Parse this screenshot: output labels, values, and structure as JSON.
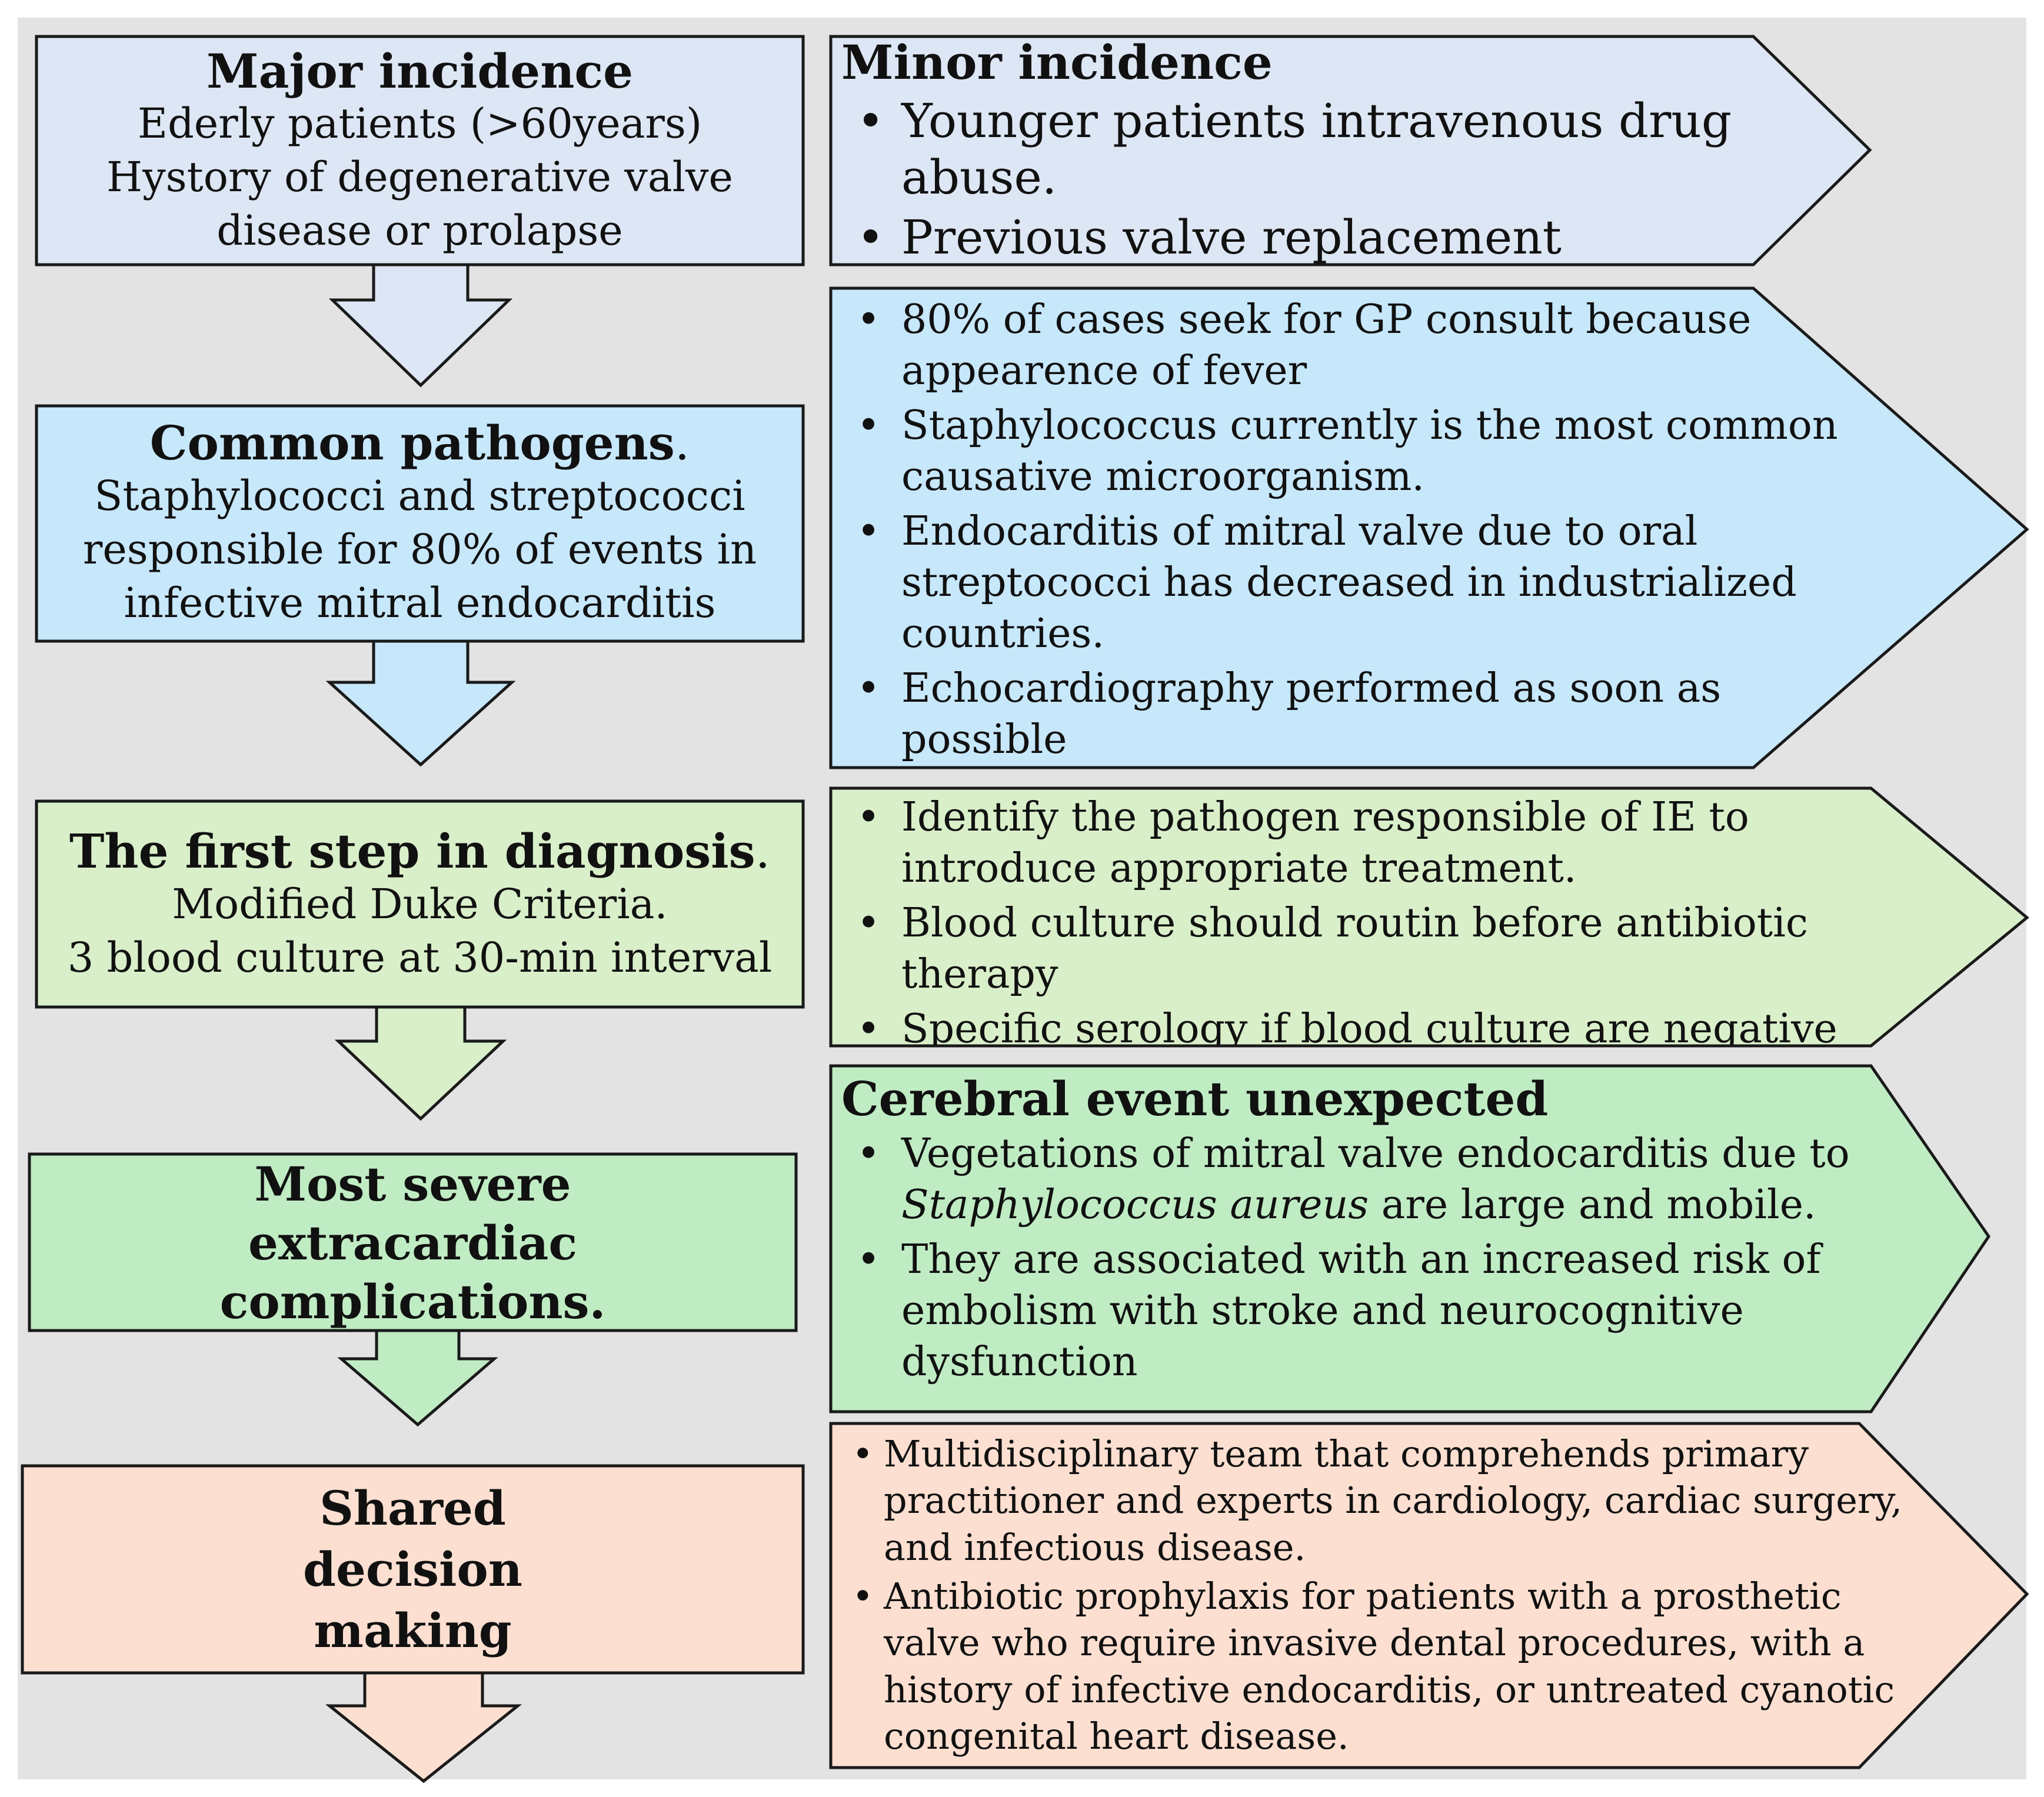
{
  "colors": {
    "background": "#e3e3e3",
    "stroke": "#1a1a1a",
    "lavender": "#dce6f4",
    "sky": "#c7e7fb",
    "pale_green": "#d9efc9",
    "mint": "#c0ecc4",
    "peach": "#fcdfd0"
  },
  "steps": [
    {
      "title": "Major incidence",
      "body": "Ederly patients (>60years)  Hystory of degenerative valve disease or prolapse"
    },
    {
      "title": "Common pathogens",
      "title_suffix": ".",
      "body": "Staphylococci and streptococci responsible for 80% of events in infective mitral endocarditis"
    },
    {
      "title": "The first step in diagnosis",
      "title_suffix": ".",
      "body_lines": [
        "Modified Duke Criteria.",
        "3 blood culture at 30-min interval"
      ]
    },
    {
      "title": "Most severe extracardiac complications."
    },
    {
      "title": "Shared decision making"
    }
  ],
  "details": [
    {
      "title": "Minor incidence",
      "items": [
        "Younger patients intravenous drug abuse.",
        "Previous valve replacement"
      ]
    },
    {
      "items": [
        "80% of cases seek for GP consult because appearence of fever",
        "Staphylococcus currently is the most common causative microorganism.",
        "Endocarditis of mitral valve due to oral streptococci has decreased in industrialized countries.",
        "Echocardiography  performed as soon as possible"
      ]
    },
    {
      "items": [
        "Identify the pathogen responsible of IE to introduce appropriate treatment.",
        "Blood culture should routin before antibiotic therapy",
        "Specific serology if blood culture are negative"
      ]
    },
    {
      "title": "Cerebral event unexpected",
      "items_rich": [
        {
          "pre": "Vegetations of mitral valve endocarditis due to ",
          "em": "Staphylococcus aureus",
          "post": " are large and mobile."
        }
      ],
      "items": [
        "They are associated with an increased risk of embolism with stroke and neurocognitive dysfunction"
      ]
    },
    {
      "items": [
        "Multidisciplinary team that comprehends primary practitioner and experts in cardiology, cardiac surgery, and infectious disease.",
        "Antibiotic prophylaxis  for patients with a prosthetic valve who require invasive dental procedures, with a history of infective endocarditis, or untreated cyanotic congenital heart disease."
      ]
    }
  ]
}
